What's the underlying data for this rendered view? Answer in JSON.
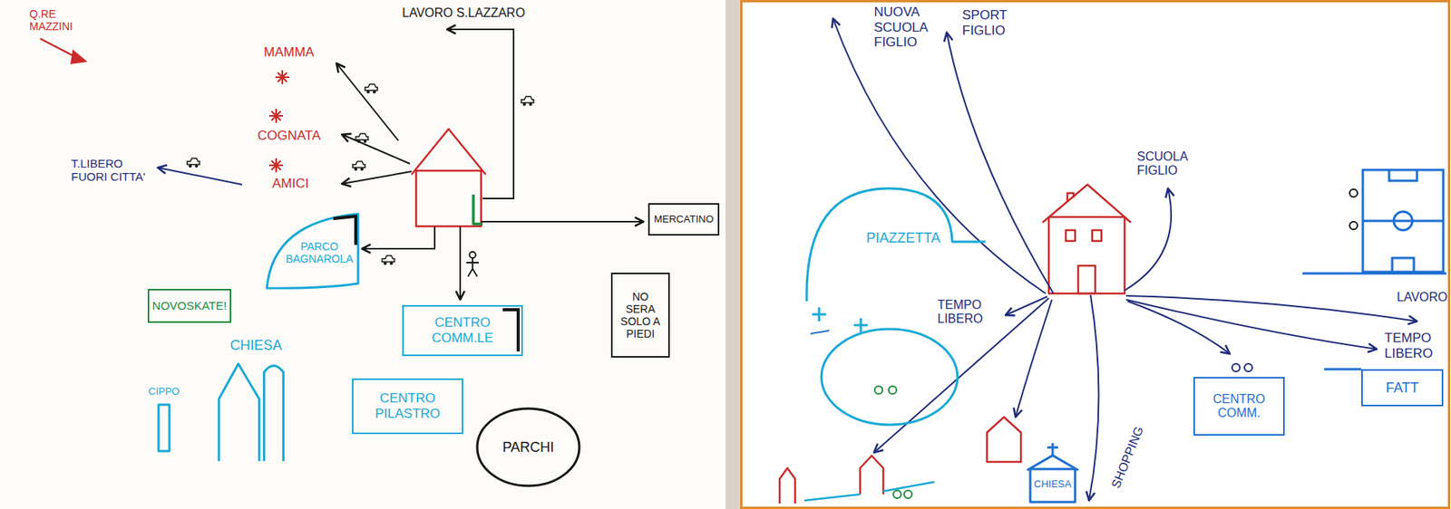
{
  "diagram": {
    "nodes": [
      {
        "text": [
          "PARCO BAGNAROLA"
        ]
      },
      {
        "text": [
          "MERCATINO"
        ]
      },
      {
        "text": [
          "NOVOSKATE!"
        ]
      },
      {
        "text": [
          "CENTRO COMM.LE"
        ]
      },
      {
        "text": [
          "NO SERA SOLO A PIEDI"
        ]
      },
      {
        "text": [
          "CHIESA"
        ]
      },
      {
        "text": [
          "CIPPO"
        ]
      },
      {
        "text": [
          "CENTRO PILASTRO"
        ]
      },
      {
        "text": [
          "PARCHI"
        ]
      },
      {
        "text": [
          "PIAZZETTA"
        ]
      },
      {
        "text": [
          "CENTRO COMM."
        ]
      },
      {
        "text": [
          "FATT"
        ]
      },
      {
        "text": [
          "CHIESA"
        ]
      }
    ],
    "labels": [
      "Q.RE MAZZINI",
      "LAVORO S.LAZZARO",
      "MAMMA",
      "COGNATA",
      "AMICI",
      "T.LIBERO FUORI CITTA'",
      "NUOVA SCUOLA FIGLIO",
      "SPORT FIGLIO",
      "SCUOLA FIGLIO",
      "TEMPO LIBERO",
      "LAVORO",
      "TEMPO LIBERO",
      "SHOPPING"
    ]
  }
}
